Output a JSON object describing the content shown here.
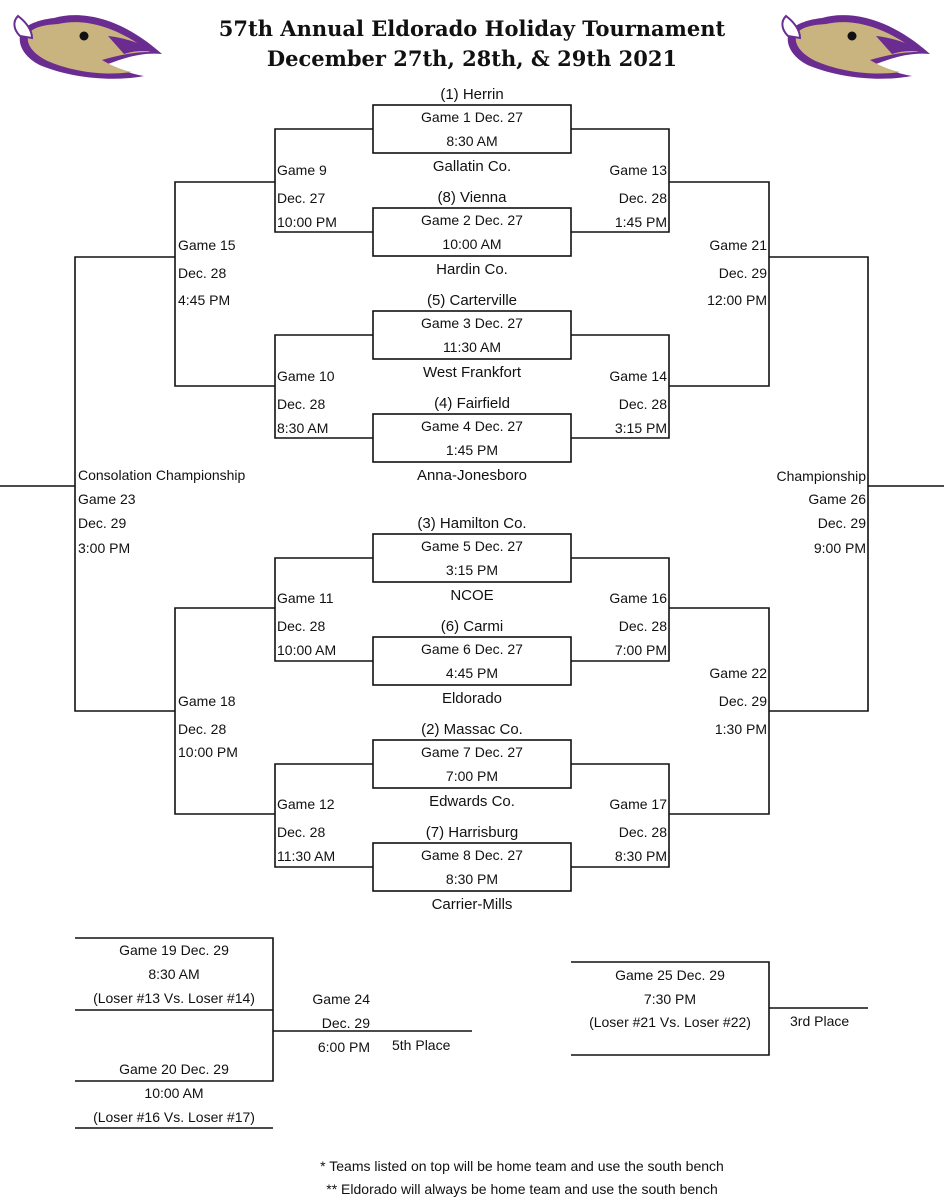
{
  "header": {
    "title_line1": "57th Annual Eldorado Holiday Tournament",
    "title_line2": "December 27th, 28th, & 29th 2021",
    "logo_icon": "eagle-head-icon",
    "colors": {
      "purple": "#6a2c91",
      "gold": "#c9b37e",
      "line": "#111111"
    }
  },
  "first_round": [
    {
      "top": "(1) Herrin",
      "line1": "Game 1  Dec. 27",
      "line2": "8:30 AM",
      "bottom": "Gallatin Co."
    },
    {
      "top": "(8) Vienna",
      "line1": "Game 2 Dec. 27",
      "line2": "10:00 AM",
      "bottom": "Hardin Co."
    },
    {
      "top": "(5) Carterville",
      "line1": "Game 3  Dec. 27",
      "line2": "11:30 AM",
      "bottom": "West Frankfort"
    },
    {
      "top": "(4) Fairfield",
      "line1": "Game 4  Dec. 27",
      "line2": "1:45 PM",
      "bottom": "Anna-Jonesboro"
    },
    {
      "top": "(3) Hamilton Co.",
      "line1": "Game 5 Dec. 27",
      "line2": "3:15 PM",
      "bottom": "NCOE"
    },
    {
      "top": "(6) Carmi",
      "line1": "Game 6  Dec. 27",
      "line2": "4:45 PM",
      "bottom": "Eldorado"
    },
    {
      "top": "(2) Massac Co.",
      "line1": "Game 7  Dec. 27",
      "line2": "7:00 PM",
      "bottom": "Edwards Co."
    },
    {
      "top": "(7) Harrisburg",
      "line1": "Game 8 Dec. 27",
      "line2": "8:30 PM",
      "bottom": "Carrier-Mills"
    }
  ],
  "games": {
    "g9": {
      "label": "Game 9",
      "date": "Dec. 27",
      "time": "10:00 PM"
    },
    "g10": {
      "label": "Game 10",
      "date": "Dec. 28",
      "time": "8:30 AM"
    },
    "g11": {
      "label": "Game 11",
      "date": "Dec. 28",
      "time": "10:00 AM"
    },
    "g12": {
      "label": "Game 12",
      "date": "Dec. 28",
      "time": "11:30 AM"
    },
    "g13": {
      "label": "Game 13",
      "date": "Dec. 28",
      "time": "1:45 PM"
    },
    "g14": {
      "label": "Game 14",
      "date": "Dec. 28",
      "time": "3:15 PM"
    },
    "g15": {
      "label": "Game 15",
      "date": "Dec. 28",
      "time": "4:45 PM"
    },
    "g16": {
      "label": "Game 16",
      "date": "Dec. 28",
      "time": "7:00 PM"
    },
    "g17": {
      "label": "Game 17",
      "date": "Dec. 28",
      "time": "8:30 PM"
    },
    "g18": {
      "label": "Game 18",
      "date": "Dec. 28",
      "time": "10:00 PM"
    },
    "g21": {
      "label": "Game 21",
      "date": "Dec. 29",
      "time": "12:00 PM"
    },
    "g22": {
      "label": "Game 22",
      "date": "Dec. 29",
      "time": "1:30 PM"
    },
    "g23": {
      "name": "Consolation Championship",
      "label": "Game 23",
      "date": "Dec. 29",
      "time": "3:00 PM"
    },
    "g26": {
      "name": "Championship",
      "label": "Game 26",
      "date": "Dec. 29",
      "time": "9:00 PM"
    },
    "g19": {
      "line1": "Game 19  Dec. 29",
      "line2": "8:30 AM",
      "line3": "(Loser #13 Vs. Loser #14)"
    },
    "g20": {
      "line1": "Game 20  Dec. 29",
      "line2": "10:00 AM",
      "line3": "(Loser #16 Vs. Loser #17)"
    },
    "g24": {
      "label": "Game 24",
      "date": "Dec. 29",
      "time": "6:00 PM"
    },
    "g25": {
      "line1": "Game 25  Dec. 29",
      "line2": "7:30 PM",
      "line3": "(Loser #21 Vs. Loser #22)"
    }
  },
  "places": {
    "fifth": "5th Place",
    "third": "3rd Place"
  },
  "footnotes": [
    "* Teams listed on top will be home team and use the south bench",
    "** Eldorado will always be home team and use the south bench"
  ]
}
